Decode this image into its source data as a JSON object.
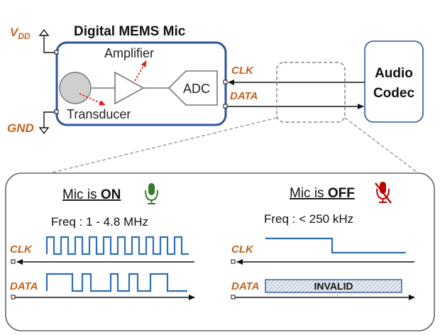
{
  "title": "Digital MEMS Mic",
  "labels": {
    "vdd_main": "V",
    "vdd_sub": "DD",
    "gnd": "GND",
    "amplifier": "Amplifier",
    "adc": "ADC",
    "transducer": "Transducer",
    "clk": "CLK",
    "data": "DATA",
    "codec_line1": "Audio",
    "codec_line2": "Codec"
  },
  "on_panel": {
    "title_prefix": "Mic is ",
    "title_state": "ON",
    "freq": "Freq : 1 - 4.8 MHz",
    "clk": "CLK",
    "data": "DATA"
  },
  "off_panel": {
    "title_prefix": "Mic is ",
    "title_state": "OFF",
    "freq": "Freq : < 250 kHz",
    "clk": "CLK",
    "data": "DATA",
    "invalid": "INVALID"
  },
  "colors": {
    "accent": "#c0651e",
    "mic_border": "#2f5597",
    "signal": "#2f6fb5",
    "arrow_red": "#e02020",
    "mic_on": "#3a7a2e",
    "mic_off": "#c00000"
  },
  "icons": {
    "mic_on": "microphone-icon",
    "mic_off": "microphone-muted-icon"
  }
}
